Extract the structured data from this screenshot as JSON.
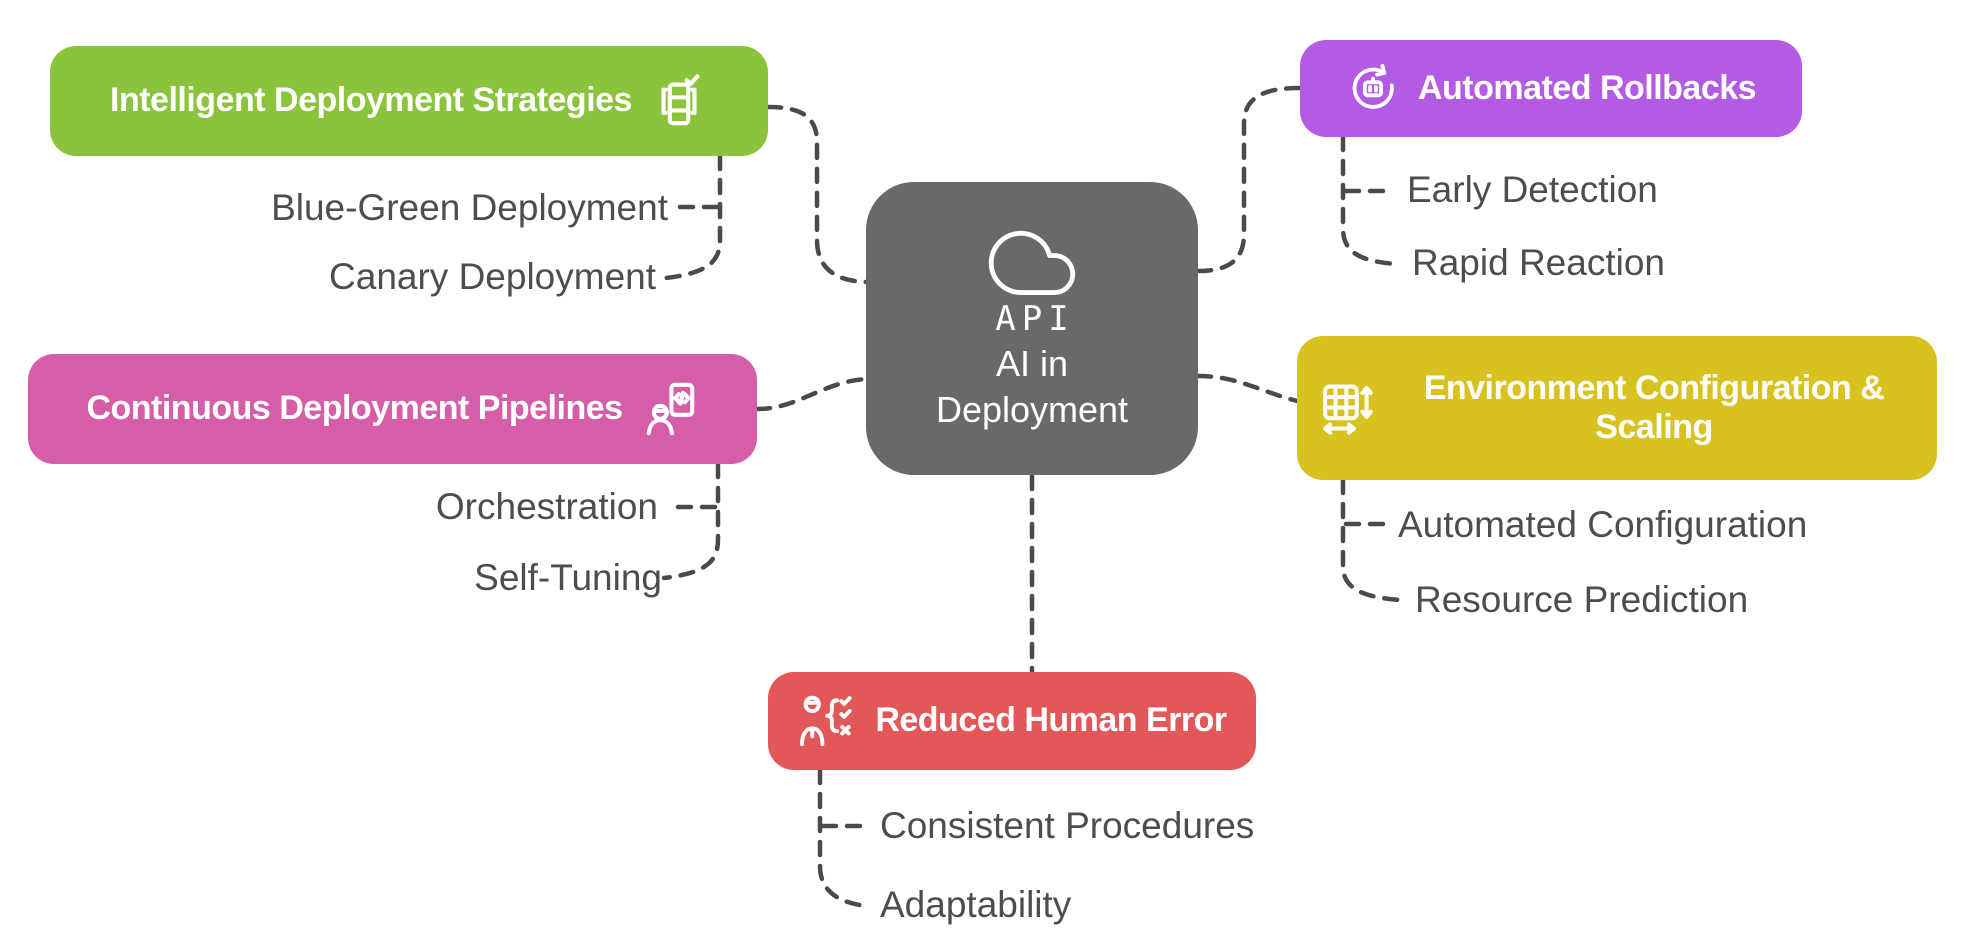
{
  "diagram": {
    "background": "#ffffff",
    "connector_color": "#4a4a4a",
    "child_text_color": "#4d4d4d",
    "center": {
      "icon": "cloud-api-icon",
      "icon_text": "API",
      "label": "AI in Deployment",
      "color": "#696969"
    },
    "branches": [
      {
        "id": "intelligent-deployment-strategies",
        "label": "Intelligent Deployment Strategies",
        "color": "#8cc33d",
        "icon": "server-stack-check-icon",
        "icon_side": "right",
        "children": [
          "Blue-Green Deployment",
          "Canary Deployment"
        ]
      },
      {
        "id": "continuous-deployment-pipelines",
        "label": "Continuous Deployment Pipelines",
        "color": "#d65da7",
        "icon": "developer-code-document-icon",
        "icon_side": "right",
        "children": [
          "Orchestration",
          "Self-Tuning"
        ]
      },
      {
        "id": "automated-rollbacks",
        "label": "Automated Rollbacks",
        "color": "#b45be4",
        "icon": "robot-rollback-icon",
        "icon_side": "left",
        "children": [
          "Early Detection",
          "Rapid Reaction"
        ]
      },
      {
        "id": "environment-configuration-scaling",
        "label": "Environment Configuration & Scaling",
        "color": "#d8c220",
        "icon": "grid-scaling-icon",
        "icon_side": "left",
        "children": [
          "Automated Configuration",
          "Resource Prediction"
        ]
      },
      {
        "id": "reduced-human-error",
        "label": "Reduced Human Error",
        "color": "#e25858",
        "icon": "person-checklist-icon",
        "icon_side": "left",
        "children": [
          "Consistent Procedures",
          "Adaptability"
        ]
      }
    ]
  }
}
